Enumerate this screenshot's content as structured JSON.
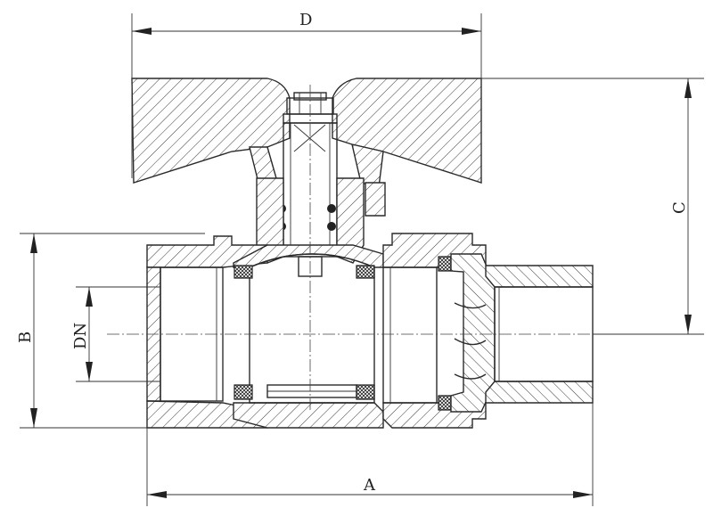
{
  "dimension_labels": {
    "D": "D",
    "C": "C",
    "B": "B",
    "DN": "DN",
    "A": "A"
  },
  "colors": {
    "line": "#2a2a2a",
    "background": "#ffffff"
  }
}
